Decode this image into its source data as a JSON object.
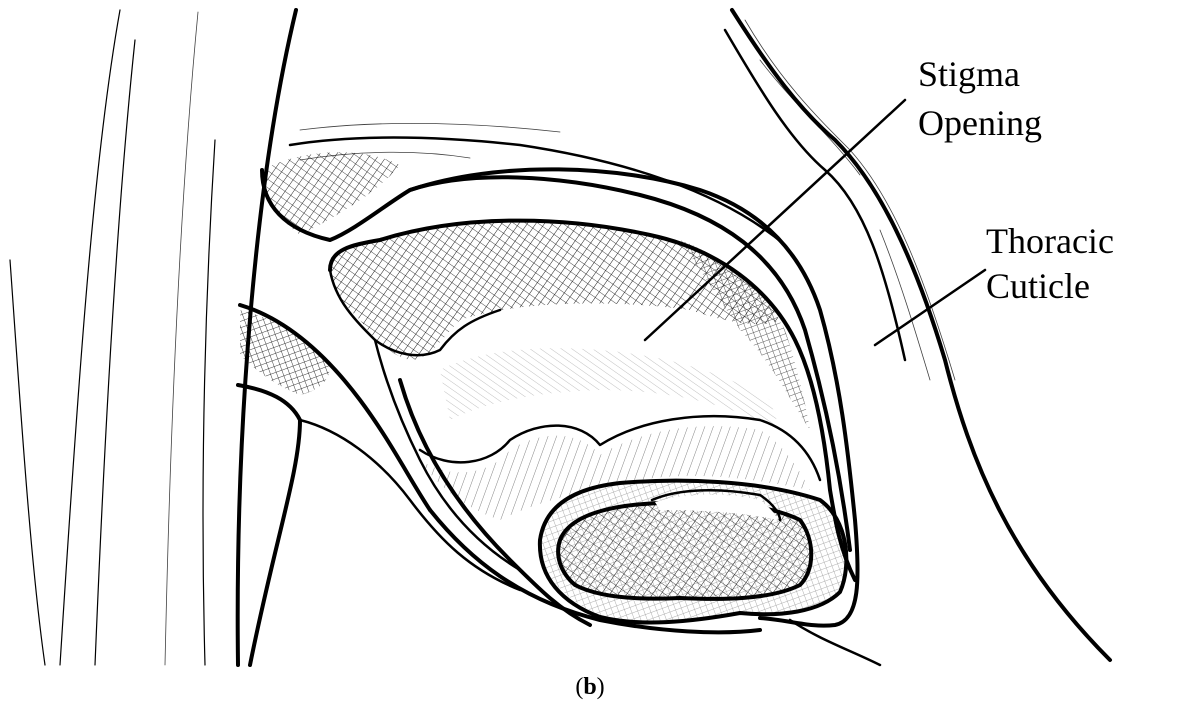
{
  "labels": {
    "stigma_line1": "Stigma",
    "stigma_line2": "Opening",
    "cuticle_line1": "Thoracic",
    "cuticle_line2": "Cuticle"
  },
  "caption": {
    "open": "(",
    "letter": "b",
    "close": ")"
  }
}
